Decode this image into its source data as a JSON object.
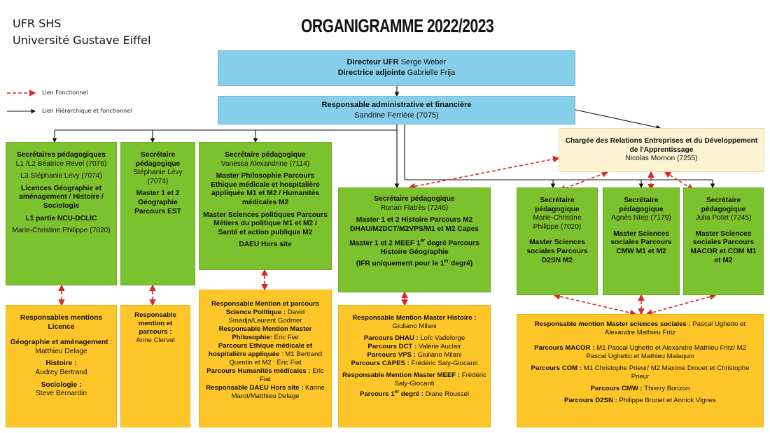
{
  "header": {
    "line1": "UFR SHS",
    "line2": "Université Gustave Eiffel",
    "title": "ORGANIGRAMME 2022/2023"
  },
  "legend": {
    "functional": "Lien Fonctionnel",
    "hierarchical": "Lien Hiérarchique et fonctionnel",
    "functional_color": "#d62a2a",
    "hierarchical_color": "#111111"
  },
  "colors": {
    "blue": "#87ceeb",
    "green": "#7cc12e",
    "orange": "#ffc62a",
    "cream": "#fbf3d2"
  },
  "director": {
    "line1_label": "Directeur UFR",
    "line1_name": "Serge Weber",
    "line2_label": "Directrice adjointe",
    "line2_name": "Gabrielle Frija"
  },
  "admin": {
    "role": "Responsable administrative et financière",
    "name": "Sandrine Ferrière (7075)"
  },
  "relations": {
    "role": "Chargée des Relations Entreprises et du Développement de l'Apprentissage",
    "name": "Nicolas Mornon (7255)"
  },
  "green1": {
    "title": "Secrétaires pédagogiques",
    "l1": "L1 /L2 Béatrice Revel (7076)",
    "l3": "L3 Stéphanie Lévy (7074)",
    "lic": "Licences Géographie et aménagement / Histoire / Sociologie",
    "ncu": "L1 partie NCU-DCLIC",
    "mcp": "Marie-Christine Philippe (7020)"
  },
  "green2": {
    "title": "Secrétaire pédagogique",
    "name": "Stéphanie Lévy (7074)",
    "master": "Master 1 et 2 Géographie Parcours EST"
  },
  "green3": {
    "title": "Secrétaire pédagogique",
    "name": "Vanessa Alexandrine (7114)",
    "philo": "Master Philosophie Parcours Ethique médicale et hospitalière appliquée M1 et M2 / Humanités médicales M2",
    "scpo": "Master Sciences politiques Parcours Métiers du politique M1 et M2 / Santé et action publique M2",
    "daeu": "DAEU Hors site"
  },
  "green4": {
    "title": "Secrétaire pédagogique",
    "name": "Ronan Flatrès (7246)",
    "hist": "Master 1 et 2 Histoire Parcours M2 DHAU/M2DCT/M2VPS/M1 et M2 Capes",
    "meef_a": "Master 1 et 2 MEEF 1",
    "meef_sup": "er",
    "meef_b": " degré Parcours Histoire Géographie",
    "meef_c": "(IFR uniquement pour le 1",
    "meef_d": " degré)"
  },
  "green5": {
    "title": "Secrétaire pédagogique",
    "name": "Marie-Christine Philippe (7020)",
    "master": "Master Sciences sociales Parcours D2SN M2"
  },
  "green6": {
    "title": "Secrétaire pédagogique",
    "name": "Agnès Ntep (7179)",
    "master": "Master Sciences sociales Parcours CMW M1 et M2"
  },
  "green7": {
    "title": "Secrétaire pédagogique",
    "name": "Julia Potet (7245)",
    "master": "Master Sciences sociales Parcours MACOR et COM M1 et M2"
  },
  "orange1": {
    "title": "Responsables mentions Licence",
    "geo_label": "Géographie et aménagement",
    "geo_name": ": Matthieu Delage",
    "hist_label": "Histoire :",
    "hist_name": "Audrey Bertrand",
    "socio_label": "Sociologie :",
    "socio_name": "Steve Bernardin"
  },
  "orange2": {
    "title": "Responsable mention et parcours :",
    "name": "Anne Clerval"
  },
  "orange3": {
    "r1_label": "Responsable Mention et parcours Science Politique :",
    "r1_name": "David Smadja/Laurent Godmer",
    "r2_label": "Responsable Mention Master Philosophie:",
    "r2_name": "Éric Fiat",
    "r3_label": "Parcours Ethique médicale et hospitalière appliquée",
    "r3_name": ": M1 Bertrand Quentin et M2 : Éric Fiat",
    "r4_label": "Parcours Humanités médicales :",
    "r4_name": "Eric Fiat",
    "r5_label": "Responsable DAEU Hors site :",
    "r5_name": "Karine Marot/Matthieu Delage"
  },
  "orange4": {
    "title": "Responsable Mention Master Histoire :",
    "title_name": "Giuliano Milani",
    "dhau_label": "Parcours DHAU :",
    "dhau_name": "Loïc Vadelorge",
    "dct_label": "Parcours DCT :",
    "dct_name": "Valérie Auclair",
    "vps_label": "Parcours VPS :",
    "vps_name": "Giuliano Milani",
    "capes_label": "Parcours CAPES :",
    "capes_name": "Frédéric Saly-Giocanti",
    "meef_label": "Responsable Mention Master MEEF :",
    "meef_name": "Frédéric Saly-Giocanti",
    "p1_label_a": "Parcours 1",
    "p1_sup": "er",
    "p1_label_b": " degré :",
    "p1_name": "Diane Roussel"
  },
  "orange5": {
    "resp_label": "Responsable mention Master sciences sociales :",
    "resp_name": "Pascal Ughetto et Alexandre Mathieu Fritz",
    "macor_label": "Parcours MACOR :",
    "macor_name": "M1  Pascal Ughetto et Alexandre Mathieu Fritz/ M2 Pascal Ughetto et Mathieu Malaquin",
    "com_label": "Parcours COM :",
    "com_name": "M1 Christophe Prieur/ M2 Maxime Drouet et Christophe Prieur",
    "cmw_label": "Parcours CMW :",
    "cmw_name": "Thierry Bonzon",
    "d2sn_label": "Parcours D2SN :",
    "d2sn_name": "Philippe Brunet et Annick Vignes"
  }
}
